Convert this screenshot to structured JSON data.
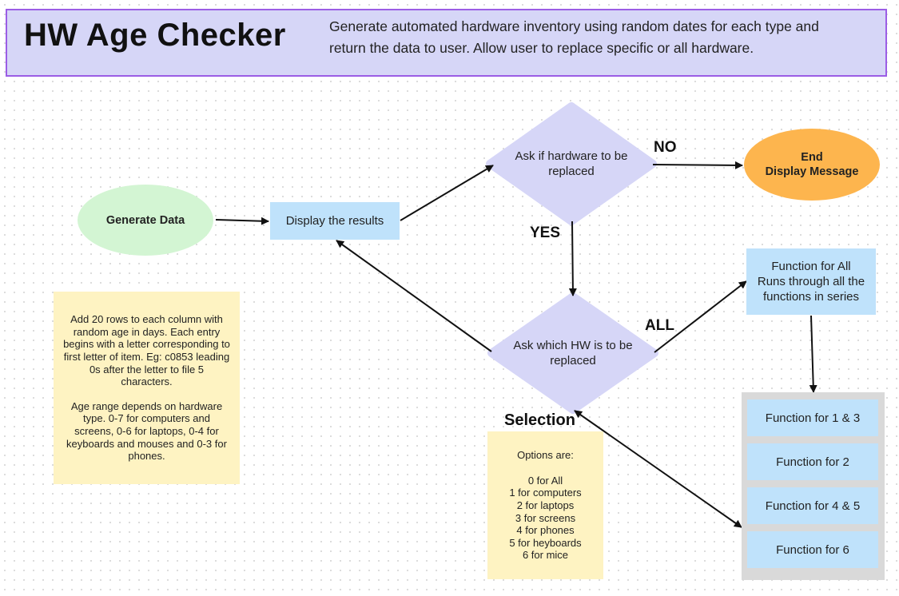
{
  "header": {
    "title": "HW Age Checker",
    "subtitle": "Generate automated hardware inventory using random dates for each type and return the data to user. Allow user to replace specific or all hardware."
  },
  "nodes": {
    "generate_data": "Generate Data",
    "display_results": "Display the results",
    "ask_replace": "Ask if hardware to be replaced",
    "end_display": "End\nDisplay Message",
    "ask_which": "Ask which HW is to be replaced",
    "function_all": "Function for All\nRuns through all the functions in series",
    "functions": [
      "Function for 1 & 3",
      "Function for 2",
      "Function for 4 & 5",
      "Function for 6"
    ]
  },
  "edge_labels": {
    "no": "NO",
    "yes": "YES",
    "all": "ALL",
    "selection": "Selection"
  },
  "notes": {
    "data_rules": {
      "para1": "Add 20 rows to each column with random age in days. Each entry begins with a letter corresponding to first letter of item. Eg: c0853 leading 0s after the letter to file 5 characters.",
      "para2": "Age range depends on hardware type. 0-7 for computers and screens, 0-6 for laptops, 0-4 for keyboards and mouses and 0-3 for phones."
    },
    "options": {
      "heading": "Options are:",
      "items": [
        "0 for All",
        "1 for computers",
        "2 for laptops",
        "3 for screens",
        "4 for phones",
        "5 for heyboards",
        "6 for mice"
      ]
    }
  },
  "colors": {
    "header_bg": "#d6d6f7",
    "header_border": "#9b5de5",
    "start_ellipse": "#d3f5d3",
    "end_ellipse": "#fdb54e",
    "process_box": "#bfe2fb",
    "decision": "#d6d6f7",
    "note": "#fef3c2",
    "group_box": "#d9d9d9"
  }
}
